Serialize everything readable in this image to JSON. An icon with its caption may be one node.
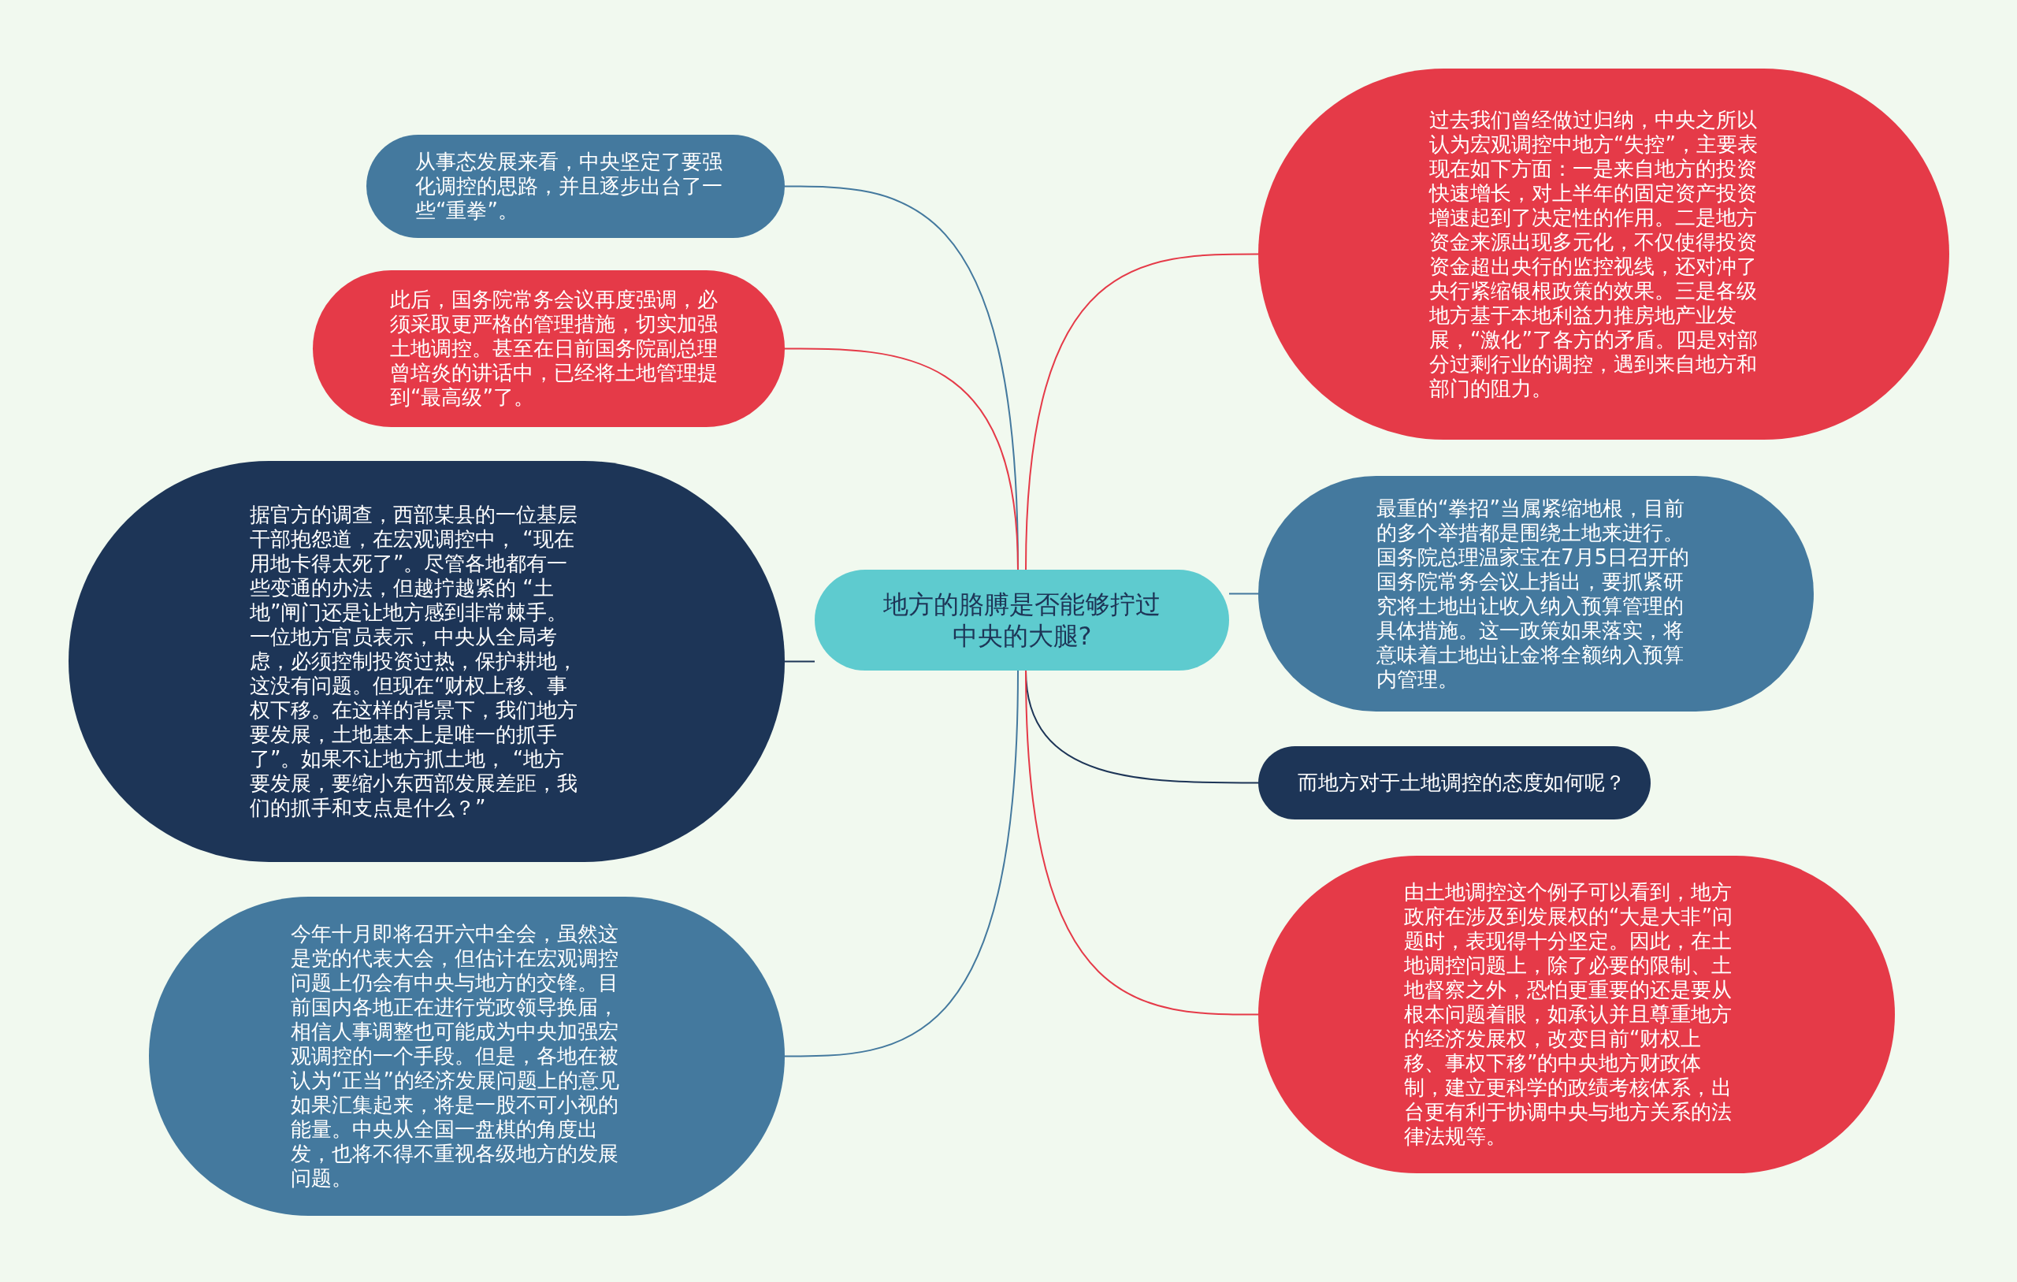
{
  "diagram": {
    "nodes": [
      {
        "text": [
          "地方的胳膊是否能够拧过中央的大腿?"
        ]
      },
      {
        "text": [
          "从事态发展来看，中央坚定了要强化调控的思路，并且逐步出台了一些“重拳”。"
        ]
      },
      {
        "text": [
          "此后，国务院常务会议再度强调，必须采取更严格的管理措施，切实加强土地调控。甚至在日前国务院副总理曾培炎的讲话中，已经将土地管理提到“最高级”了。"
        ]
      },
      {
        "text": [
          "据官方的调查，西部某县的一位基层干部抱怨道，在宏观调控中， “现在用地卡得太死了”。尽管各地都有一些变通的办法，但越拧越紧的 “土地”闸门还是让地方感到非常棘手。一位地方官员表示，中央从全局考虑，必须控制投资过热，保护耕地，这没有问题。但现在“财权上移、事权下移。在这样的背景下，我们地方要发展，土地基本上是唯一的抓手了”。如果不让地方抓土地， “地方要发展，要缩小东西部发展差距，我们的抓手和支点是什么？”"
        ]
      },
      {
        "text": [
          "今年十月即将召开六中全会，虽然这是党的代表大会，但估计在宏观调控问题上仍会有中央与地方的交锋。目前国内各地正在进行党政领导换届，相信人事调整也可能成为中央加强宏观调控的一个手段。但是，各地在被认为“正当”的经济发展问题上的意见如果汇集起来，将是一股不可小视的能量。中央从全国一盘棋的角度出发，也将不得不重视各级地方的发展问题。"
        ]
      },
      {
        "text": [
          "过去我们曾经做过归纳，中央之所以认为宏观调控中地方“失控”，主要表现在如下方面：一是来自地方的投资快速增长，对上半年的固定资产投资增速起到了决定性的作用。二是地方资金来源出现多元化，不仅使得投资资金超出央行的监控视线，还对冲了央行紧缩银根政策的效果。三是各级地方基于本地利益力推房地产业发展，“激化”了各方的矛盾。四是对部分过剩行业的调控，遇到来自地方和部门的阻力。"
        ]
      },
      {
        "text": [
          "最重的“拳招”当属紧缩地根，目前的多个举措都是围绕土地来进行。国务院总理温家宝在7月5日召开的国务院常务会议上指出，要抓紧研究将土地出让收入纳入预算管理的具体措施。这一政策如果落实，将意味着土地出让金将全额纳入预算内管理。"
        ]
      },
      {
        "text": [
          "而地方对于土地调控的态度如何呢？"
        ]
      },
      {
        "text": [
          "由土地调控这个例子可以看到，地方政府在涉及到发展权的“大是大非”问题时，表现得十分坚定。因此，在土地调控问题上，除了必要的限制、土地督察之外，恐怕更重要的还是要从根本问题着眼，如承认并且尊重地方的经济发展权，改变目前“财权上移、事权下移”的中央地方财政体制，建立更科学的政绩考核体系，出台更有利于协调中央与地方关系的法律法规等。"
        ]
      }
    ],
    "edges": [
      {
        "from": 0,
        "to": 1,
        "arrow": "none",
        "color": "#44799e"
      },
      {
        "from": 0,
        "to": 2,
        "arrow": "none",
        "color": "#e53a48"
      },
      {
        "from": 0,
        "to": 3,
        "arrow": "none",
        "color": "#1d3557"
      },
      {
        "from": 0,
        "to": 4,
        "arrow": "none",
        "color": "#44799e"
      },
      {
        "from": 0,
        "to": 5,
        "arrow": "none",
        "color": "#e53a48"
      },
      {
        "from": 0,
        "to": 6,
        "arrow": "none",
        "color": "#44799e"
      },
      {
        "from": 0,
        "to": 7,
        "arrow": "none",
        "color": "#1d3557"
      },
      {
        "from": 0,
        "to": 8,
        "arrow": "none",
        "color": "#e53a48"
      }
    ]
  }
}
